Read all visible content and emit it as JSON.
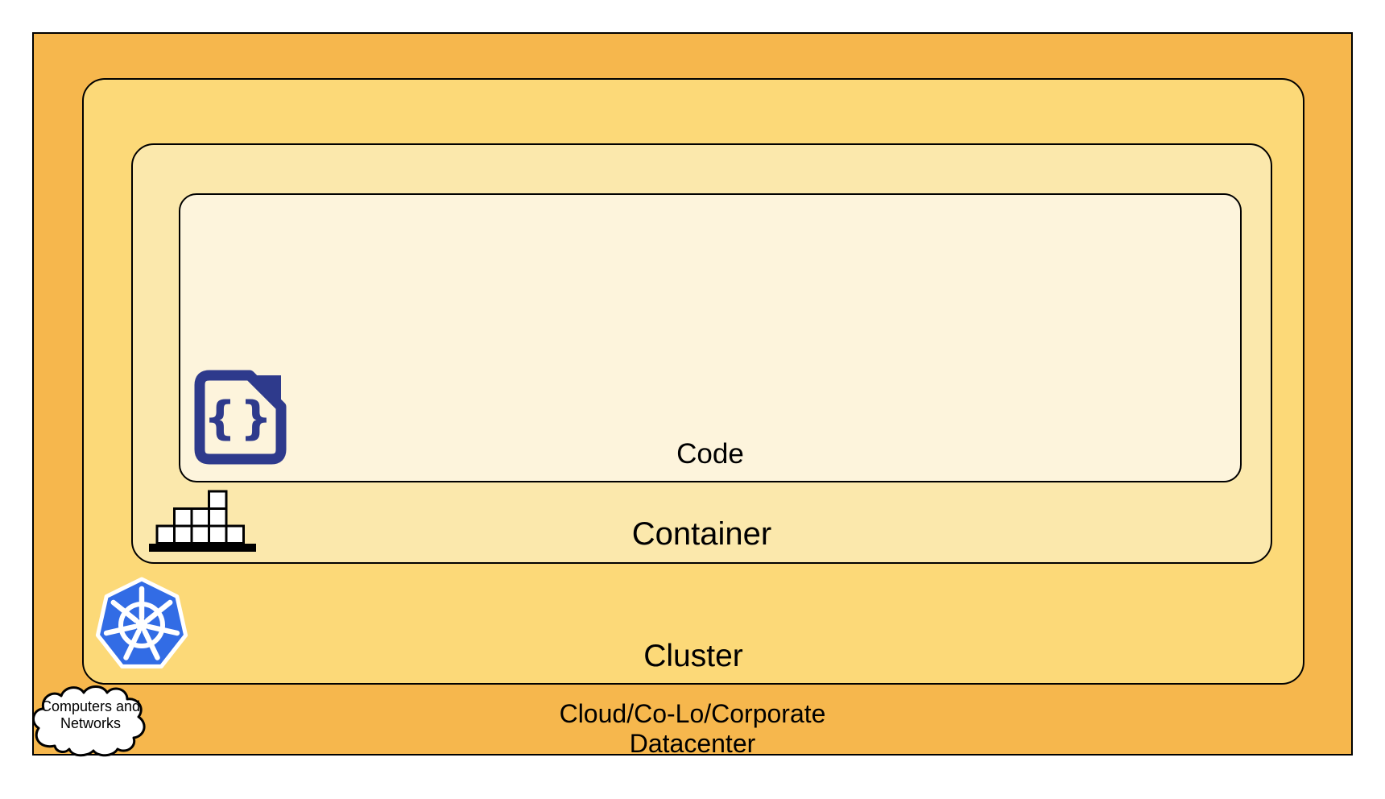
{
  "colors": {
    "datacenter-fill": "#F6B74D",
    "cluster-fill": "#FCD978",
    "container-fill": "#FBE8AC",
    "code-fill": "#FDF4DC",
    "outline": "#000000",
    "label-text": "#000000",
    "icon-navy": "#2E3A8C",
    "icon-block-fill": "#FFFFFF",
    "kubernetes-blue": "#326CE5",
    "cloud-fill": "#FFFFFF"
  },
  "layers": {
    "code": {
      "label": "Code"
    },
    "container": {
      "label": "Container"
    },
    "cluster": {
      "label": "Cluster"
    },
    "datacenter": {
      "label": "Cloud/Co-Lo/Corporate\nDatacenter"
    }
  },
  "cloud_node": {
    "label": "Computers and\nNetworks"
  },
  "icons": {
    "code_file": "code-file-icon",
    "container_blocks": "container-blocks-icon",
    "kubernetes": "kubernetes-helm-icon",
    "cloud": "cloud-shape-icon"
  },
  "code_icon_glyph": "{}"
}
